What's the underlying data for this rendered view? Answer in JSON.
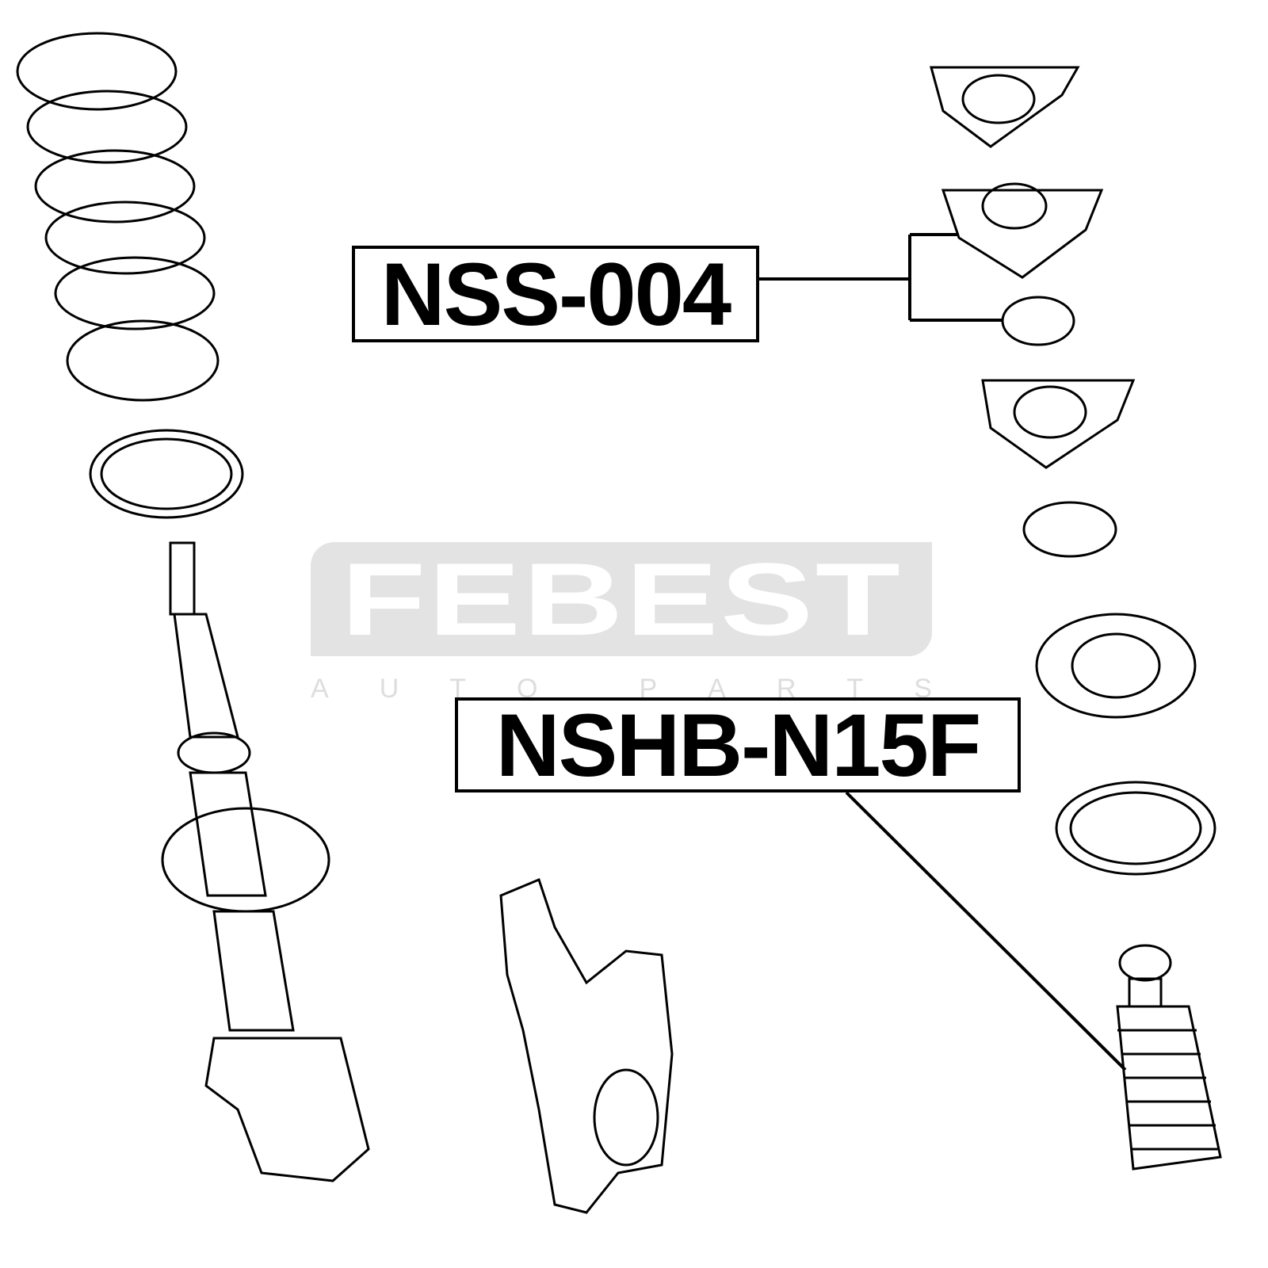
{
  "labels": {
    "mount_kit": "NSS-004",
    "bump_stop_boot": "NSHB-N15F"
  },
  "watermark": {
    "brand": "FEBEST",
    "tagline_letters": [
      "A",
      "U",
      "T",
      "O",
      "",
      "P",
      "A",
      "R",
      "T",
      "S"
    ]
  }
}
